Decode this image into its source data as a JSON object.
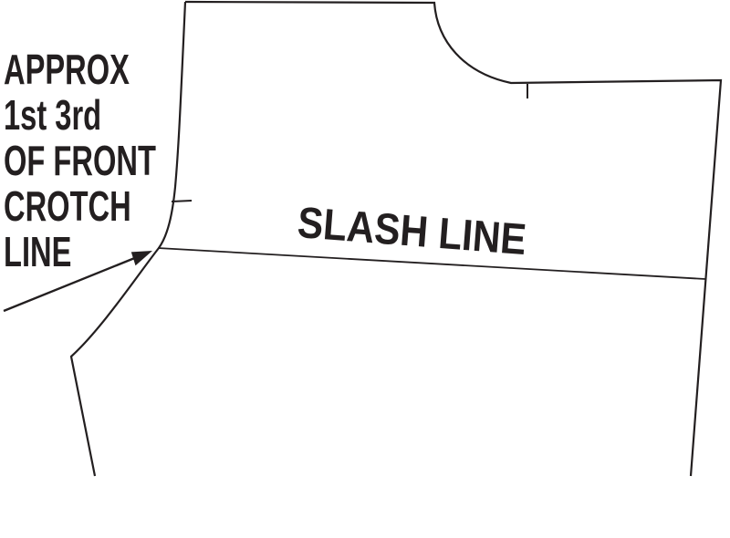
{
  "colors": {
    "ink": "#231f20",
    "background": "#ffffff"
  },
  "annotations": {
    "crotch_note": {
      "lines": [
        "APPROX",
        "1st 3rd",
        "OF FRONT",
        "CROTCH",
        "LINE"
      ]
    },
    "slash_line_label": "SLASH LINE"
  }
}
